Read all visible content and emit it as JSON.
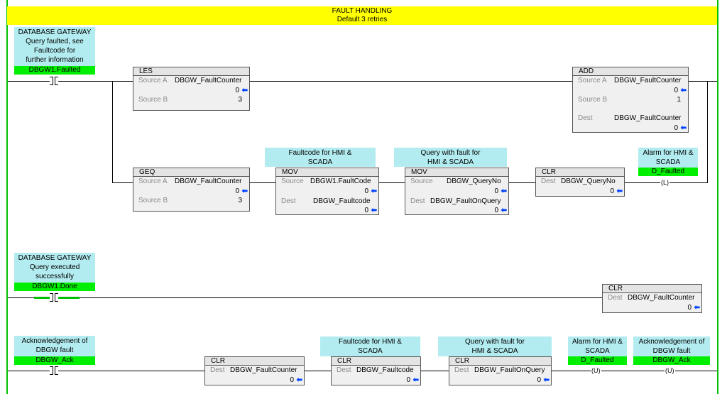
{
  "header": {
    "title": "FAULT HANDLING",
    "subtitle": "Default 3 retries"
  },
  "rung1": {
    "comment": [
      "DATABASE GATEWAY",
      "Query faulted, see",
      "Faultcode for",
      "further information"
    ],
    "tag": "DBGW1.Faulted",
    "les": {
      "name": "LES",
      "src_a_label": "Source A",
      "src_a": "DBGW_FaultCounter",
      "src_a_val": "0",
      "src_b_label": "Source B",
      "src_b_val": "3"
    },
    "add": {
      "name": "ADD",
      "src_a_label": "Source A",
      "src_a": "DBGW_FaultCounter",
      "src_a_val": "0",
      "src_b_label": "Source B",
      "src_b_val": "1",
      "dest_label": "Dest",
      "dest": "DBGW_FaultCounter",
      "dest_val": "0"
    },
    "geq": {
      "name": "GEQ",
      "src_a_label": "Source A",
      "src_a": "DBGW_FaultCounter",
      "src_a_val": "0",
      "src_b_label": "Source B",
      "src_b_val": "3"
    },
    "mov1_comment": [
      "Faultcode for HMI &",
      "SCADA"
    ],
    "mov1": {
      "name": "MOV",
      "src_label": "Source",
      "src": "DBGW1.FaultCode",
      "src_val": "0",
      "dest_label": "Dest",
      "dest": "DBGW_Faultcode",
      "dest_val": "0"
    },
    "mov2_comment": [
      "Query with fault for",
      "HMI & SCADA"
    ],
    "mov2": {
      "name": "MOV",
      "src_label": "Source",
      "src": "DBGW_QueryNo",
      "src_val": "0",
      "dest_label": "Dest",
      "dest": "DBGW_FaultOnQuery",
      "dest_val": "0"
    },
    "clr": {
      "name": "CLR",
      "dest_label": "Dest",
      "dest": "DBGW_QueryNo",
      "dest_val": "0"
    },
    "coil_comment": [
      "Alarm for HMI &",
      "SCADA"
    ],
    "coil_tag": "D_Faulted",
    "coil_symbol": "L"
  },
  "rung2": {
    "comment": [
      "DATABASE GATEWAY",
      "Query executed",
      "successfully"
    ],
    "tag": "DBGW1.Done",
    "clr": {
      "name": "CLR",
      "dest_label": "Dest",
      "dest": "DBGW_FaultCounter",
      "dest_val": "0"
    }
  },
  "rung3": {
    "comment": [
      "Acknowledgement of",
      "DBGW fault"
    ],
    "tag": "DBGW_Ack",
    "clr1": {
      "name": "CLR",
      "dest_label": "Dest",
      "dest": "DBGW_FaultCounter",
      "dest_val": "0"
    },
    "clr2_comment": [
      "Faultcode for HMI &",
      "SCADA"
    ],
    "clr2": {
      "name": "CLR",
      "dest_label": "Dest",
      "dest": "DBGW_Faultcode",
      "dest_val": "0"
    },
    "clr3_comment": [
      "Query with fault for",
      "HMI & SCADA"
    ],
    "clr3": {
      "name": "CLR",
      "dest_label": "Dest",
      "dest": "DBGW_FaultOnQuery",
      "dest_val": "0"
    },
    "coil1_comment": [
      "Alarm for HMI &",
      "SCADA"
    ],
    "coil1_tag": "D_Faulted",
    "coil1_symbol": "U",
    "coil2_comment": [
      "Acknowledgement of",
      "DBGW fault"
    ],
    "coil2_tag": "DBGW_Ack",
    "coil2_symbol": "U"
  },
  "arrow_glyph": "⬅"
}
